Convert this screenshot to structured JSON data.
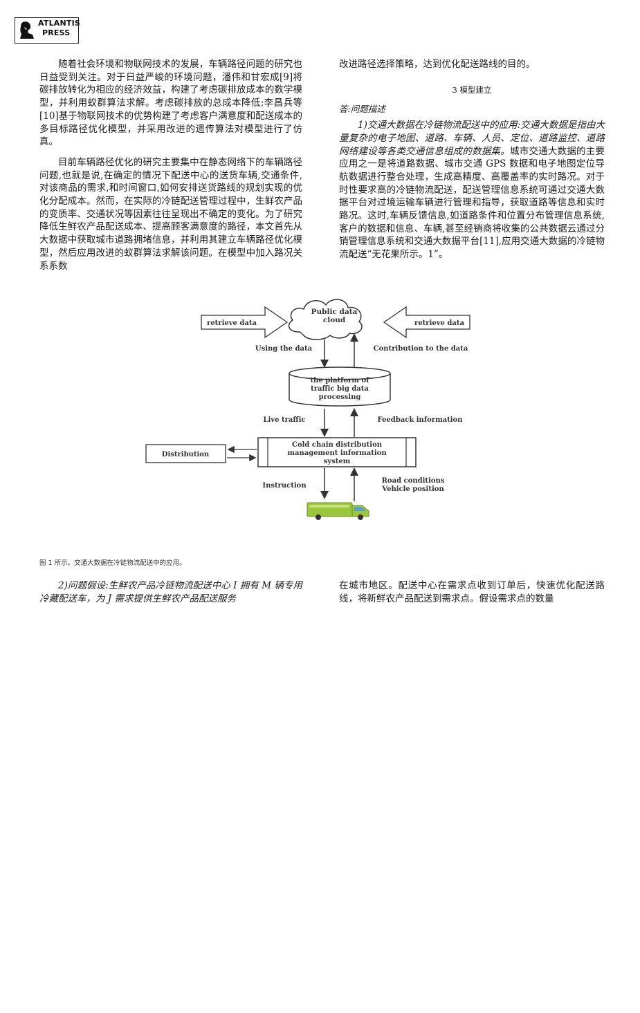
{
  "logo": {
    "line1": "ATLANTIS",
    "line2": "PRESS"
  },
  "left_column": {
    "p1": "随着社会环境和物联网技术的发展，车辆路径问题的研究也日益受到关注。对于日益严峻的环境问题，潘伟和甘宏成[9]将碳排放转化为相应的经济效益，构建了考虑碳排放成本的数学模型，并利用蚁群算法求解。考虑碳排放的总成本降低;李昌兵等[10]基于物联网技术的优势构建了考虑客户满意度和配送成本的多目标路径优化模型，并采用改进的遗传算法对模型进行了仿真。",
    "p2": "目前车辆路径优化的研究主要集中在静态网络下的车辆路径问题,也就是说,在确定的情况下配送中心的送货车辆,交通条件,对该商品的需求,和时间窗口,如何安排送货路线的规划实现的优化分配成本。然而，在实际的冷链配送管理过程中，生鲜农产品的变质率、交通状况等因素往往呈现出不确定的变化。为了研究降低生鲜农产品配送成本、提高顾客满意度的路径，本文首先从大数据中获取城市道路拥堵信息，并利用其建立车辆路径优化模型，然后应用改进的蚁群算法求解该问题。在模型中加入路况关系系数"
  },
  "right_column": {
    "p1": "改进路径选择策略，达到优化配送路线的目的。",
    "section_title": "3 模型建立",
    "subsection": "答:问题描述",
    "p2_italic": "1)交通大数据在冷链物流配送中的应用:交通大数据是指由大量复杂的电子地图、道路、车辆、人员、定位、道路监控、道路网络建设等各类交通信息组成的数据集。",
    "p2_rest": "城市交通大数据的主要应用之一是将道路数据、城市交通 GPS 数据和电子地图定位导航数据进行整合处理，生成高精度、高覆盖率的实时路况。对于时性要求高的冷链物流配送，配送管理信息系统可通过交通大数据平台对过境运输车辆进行管理和指导，获取道路等信息和实时路况。这时,车辆反馈信息,如道路条件和位置分布管理信息系统,客户的数据和信息、车辆,甚至经销商将收集的公共数据云通过分销管理信息系统和交通大数据平台[11],应用交通大数据的冷链物流配送“无花果所示。1”。"
  },
  "figure": {
    "cloud_line1": "Public data",
    "cloud_line2": "cloud",
    "retrieve_left": "retrieve data",
    "retrieve_right": "retrieve data",
    "using": "Using the data",
    "contribution": "Contribution to the data",
    "platform_line1": "the platform of",
    "platform_line2": "traffic big data",
    "platform_line3": "processing",
    "live_traffic": "Live traffic",
    "feedback": "Feedback information",
    "cold_line1": "Cold chain distribution",
    "cold_line2": "management information",
    "cold_line3": "system",
    "distribution": "Distribution",
    "instruction": "Instruction",
    "road_conditions": "Road conditions",
    "vehicle_position": "Vehicle position",
    "caption": "图 1 所示。交通大数据在冷链物流配送中的应用。"
  },
  "bottom": {
    "left_italic": "2)问题假设:生鲜农产品冷链物流配送中心 I 拥有 M 辆专用冷藏配送车，为 J 需求提供生鲜农产品配送服务",
    "right_text": "在城市地区。配送中心在需求点收到订单后，快速优化配送路线，将新鲜农产品配送到需求点。假设需求点的数量"
  }
}
